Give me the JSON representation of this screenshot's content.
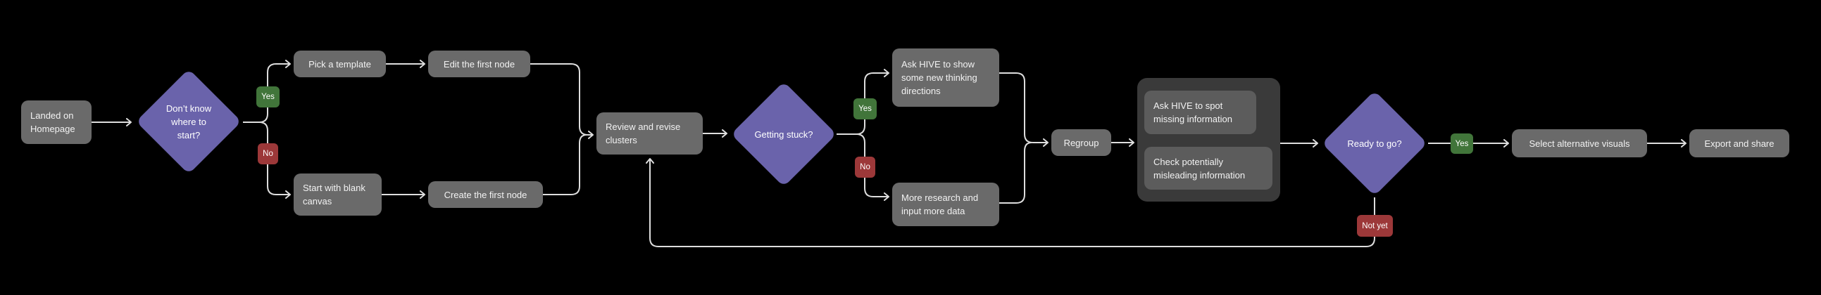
{
  "diagram": {
    "nodes": {
      "landed": "Landed on Homepage",
      "dont_know": "Don’t know where to start?",
      "pick_template": "Pick a template",
      "edit_first_node": "Edit the first node",
      "start_blank": "Start with blank canvas",
      "create_first_node": "Create the first node",
      "review_clusters": "Review and revise clusters",
      "getting_stuck": "Getting stuck?",
      "ask_hive_show": "Ask HIVE to show some new thinking directions",
      "more_research": "More research and input more data",
      "regroup": "Regroup",
      "ask_hive_spot": "Ask HIVE to spot missing information",
      "check_misleading": "Check potentially misleading information",
      "ready_to_go": "Ready to go?",
      "select_visuals": "Select alternative visuals",
      "export_share": "Export and share"
    },
    "edge_labels": {
      "d1_yes": "Yes",
      "d1_no": "No",
      "d2_yes": "Yes",
      "d2_no": "No",
      "d3_yes": "Yes",
      "d3_not_yet": "Not yet"
    },
    "colors": {
      "background": "#000000",
      "node_fill": "#6a6a6a",
      "decision_fill": "#6a63ab",
      "yes_fill": "#41753a",
      "no_fill": "#9c3839",
      "group_fill": "#3a3a3a",
      "group_item_fill": "#5c5c5c",
      "connector": "#dedede",
      "text": "#f2f2f2"
    }
  }
}
